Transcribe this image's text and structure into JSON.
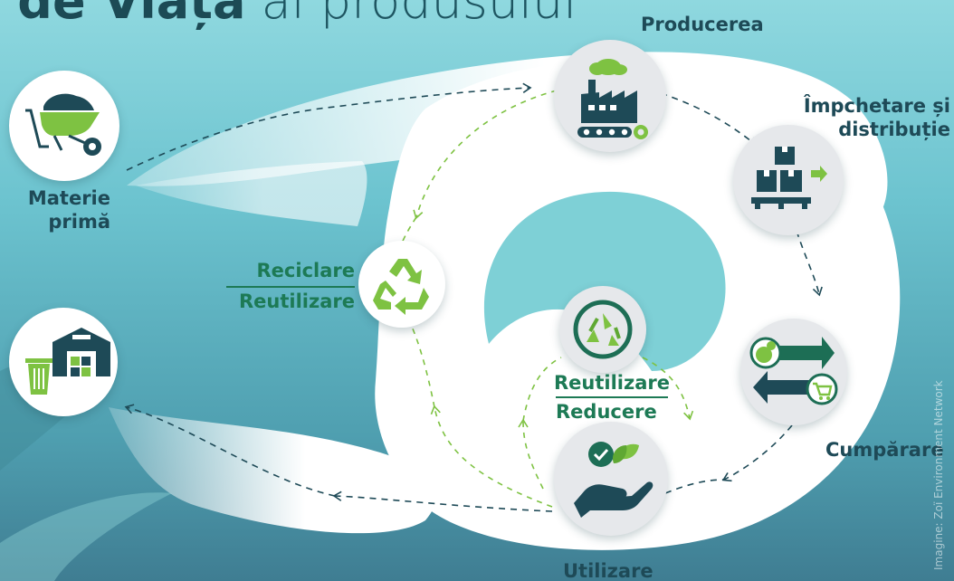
{
  "title": {
    "bold": "l de Viață",
    "light": " al produsului"
  },
  "labels": {
    "producerea": "Producerea",
    "impachetare_line1": "Împchetare și",
    "impachetare_line2": "distribuție",
    "cumparare": "Cumpărare",
    "utilizare": "Utilizare",
    "materie_line1": "Materie",
    "materie_line2": "primă",
    "reciclare": "Reciclare",
    "reutilizare_left": "Reutilizare",
    "reutilizare_center": "Reutilizare",
    "reducere": "Reducere"
  },
  "credit": "Imagine: Zoï Environment Network",
  "colors": {
    "dark": "#1e4a57",
    "green": "#7ec242",
    "teal": "#1d7a55",
    "white": "#ffffff"
  },
  "icons": [
    "factory-icon",
    "boxes-pallet-icon",
    "exchange-arrows-icon",
    "hand-leaf-icon",
    "wheelbarrow-icon",
    "warehouse-trash-icon",
    "recycle-icon",
    "reuse-arrows-icon"
  ]
}
